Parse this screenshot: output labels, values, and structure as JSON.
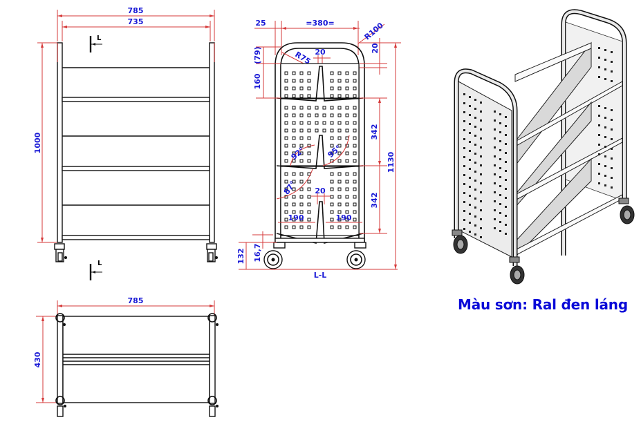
{
  "drawing": {
    "subject": "Book cart (xe đẩy sách) technical drawing",
    "paint_note": "Màu sơn: Ral đen láng",
    "colors": {
      "dimension_text": "#1a1ad6",
      "dimension_line": "#d63a3a",
      "object_line": "#111111",
      "title_text": "#0a0ad8",
      "background": "#ffffff"
    }
  },
  "front_view": {
    "overall_width": "785",
    "inner_width": "735",
    "height": "1000",
    "section_mark_top": "L",
    "section_mark_bottom": "L"
  },
  "section_view": {
    "label": "L-L",
    "tube_offset": "25",
    "inner_width": "=380=",
    "outer_radius": "R100",
    "inner_radius": "R75",
    "top_gap": "20",
    "top_height": "(79)",
    "top_panel": "160",
    "divider_width_top": "20",
    "divider_width_bottom": "20",
    "tier_height_1": "342",
    "tier_height_2": "342",
    "top_offset": "20",
    "overall_height": "1130",
    "angle_1": "92°",
    "angle_2": "95°",
    "angle_3": "87°",
    "shelf_width_left": "190",
    "shelf_width_right": "190",
    "base_height": "132",
    "caster_offset": "16,7"
  },
  "top_view": {
    "width": "785",
    "depth": "430"
  }
}
